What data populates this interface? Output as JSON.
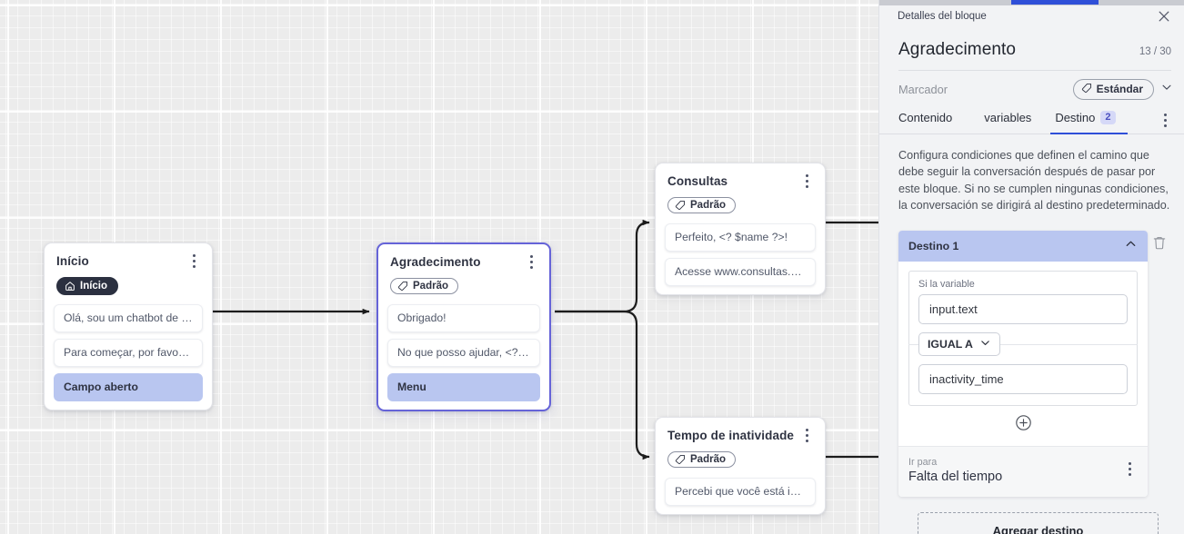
{
  "canvas": {
    "nodes": [
      {
        "id": "inicio",
        "title": "Início",
        "tag": "Início",
        "tag_style": "start",
        "tag_icon": "home-icon",
        "messages": [
          {
            "text": "Olá, sou um chatbot de teste!",
            "highlight": false
          },
          {
            "text": "Para começar, por favor digite o ...",
            "highlight": false
          },
          {
            "text": "Campo aberto",
            "highlight": true
          }
        ]
      },
      {
        "id": "agradecimento",
        "title": "Agradecimento",
        "tag": "Padrão",
        "tag_style": "default",
        "tag_icon": "tag-icon",
        "selected": true,
        "messages": [
          {
            "text": "Obrigado!",
            "highlight": false
          },
          {
            "text": "No que posso ajudar, <? $name ...",
            "highlight": false
          },
          {
            "text": "Menu",
            "highlight": true
          }
        ]
      },
      {
        "id": "consultas",
        "title": "Consultas",
        "tag": "Padrão",
        "tag_style": "default",
        "tag_icon": "tag-icon",
        "messages": [
          {
            "text": "Perfeito, <? $name ?>!",
            "highlight": false
          },
          {
            "text": "Acesse www.consultas.com par...",
            "highlight": false
          }
        ]
      },
      {
        "id": "inatividade",
        "title": "Tempo de inatividade",
        "tag": "Padrão",
        "tag_style": "default",
        "tag_icon": "tag-icon",
        "messages": [
          {
            "text": "Percebi que você está inativo. C...",
            "highlight": false
          }
        ]
      }
    ]
  },
  "panel": {
    "topbar": {
      "label": "Detalles del bloque",
      "close_icon": "close-icon"
    },
    "title": "Agradecimento",
    "counter": "13 / 30",
    "marcador": {
      "label": "Marcador",
      "chip": "Estándar",
      "chip_icon": "tag-icon",
      "caret_icon": "chevron-down-icon"
    },
    "tabs": [
      {
        "label": "Contenido",
        "active": false,
        "badge": ""
      },
      {
        "label": "variables",
        "active": false,
        "badge": ""
      },
      {
        "label": "Destino",
        "active": true,
        "badge": "2"
      }
    ],
    "tabs_more_icon": "kebab-menu-icon",
    "description": "Configura condiciones que definen el camino que debe seguir la conversación después de pasar por este bloque. Si no se cumplen ningunas condiciones, la conversación se dirigirá al destino predeterminado.",
    "destination": {
      "header": "Destino 1",
      "collapse_icon": "chevron-up-icon",
      "delete_icon": "trash-icon",
      "condition_label": "Si la variable",
      "variable_value": "input.text",
      "operator": "IGUAL A",
      "operator_caret_icon": "chevron-down-icon",
      "compare_value": "inactivity_time",
      "add_condition_icon": "plus-circle-icon",
      "goto_label": "Ir para",
      "goto_value": "Falta del tiempo",
      "goto_menu_icon": "kebab-menu-icon"
    },
    "add_destination": "Agregar destino",
    "accent_color": "#2f4fd8",
    "highlight_color": "#b9c6f0"
  }
}
